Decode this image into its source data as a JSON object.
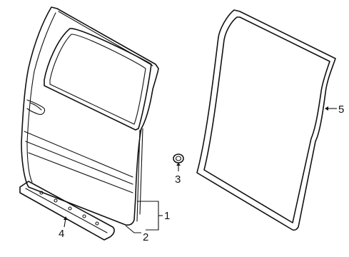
{
  "diagram": {
    "callouts": [
      {
        "id": "1",
        "label": "1",
        "part": "door-shell"
      },
      {
        "id": "2",
        "label": "2",
        "part": "door-lower-edge"
      },
      {
        "id": "3",
        "label": "3",
        "part": "plug-grommet"
      },
      {
        "id": "4",
        "label": "4",
        "part": "lower-moulding"
      },
      {
        "id": "5",
        "label": "5",
        "part": "weatherstrip-seal"
      }
    ]
  }
}
